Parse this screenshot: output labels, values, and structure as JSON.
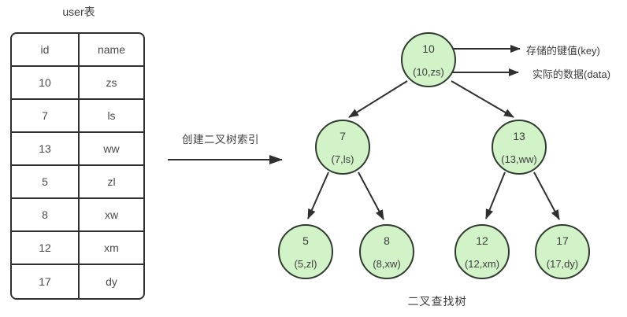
{
  "table": {
    "title": "user表",
    "headers": [
      "id",
      "name"
    ],
    "rows": [
      [
        "10",
        "zs"
      ],
      [
        "7",
        "ls"
      ],
      [
        "13",
        "ww"
      ],
      [
        "5",
        "zl"
      ],
      [
        "8",
        "xw"
      ],
      [
        "12",
        "xm"
      ],
      [
        "17",
        "dy"
      ]
    ]
  },
  "transform": {
    "label": "创建二叉树索引"
  },
  "tree": {
    "caption": "二叉查找树",
    "annotations": {
      "key": "存储的键值(key)",
      "data": "实际的数据(data)"
    },
    "nodes": [
      {
        "key": "10",
        "data": "(10,zs)"
      },
      {
        "key": "7",
        "data": "(7,ls)"
      },
      {
        "key": "13",
        "data": "(13,ww)"
      },
      {
        "key": "5",
        "data": "(5,zl)"
      },
      {
        "key": "8",
        "data": "(8,xw)"
      },
      {
        "key": "12",
        "data": "(12,xm)"
      },
      {
        "key": "17",
        "data": "(17,dy)"
      }
    ],
    "edges": [
      [
        "10",
        "7"
      ],
      [
        "10",
        "13"
      ],
      [
        "7",
        "5"
      ],
      [
        "7",
        "8"
      ],
      [
        "13",
        "12"
      ],
      [
        "13",
        "17"
      ]
    ]
  },
  "colors": {
    "node_fill": "#d2f3c8",
    "node_border": "#2f3b2f",
    "line": "#303030",
    "text": "#4a4a4a",
    "background": "#ffffff"
  }
}
